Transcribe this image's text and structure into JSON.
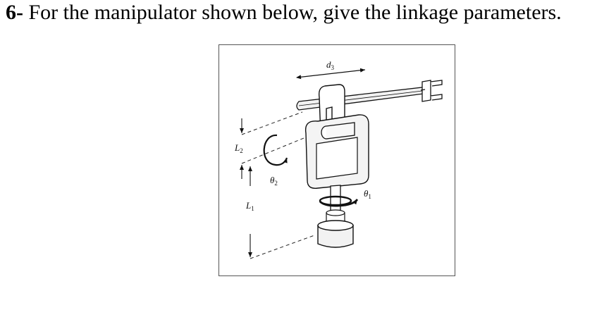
{
  "question": {
    "number": "6-",
    "text": "For the manipulator shown below, give the linkage parameters."
  },
  "figure": {
    "labels": {
      "d3": "d",
      "d3_sub": "3",
      "L2": "L",
      "L2_sub": "2",
      "L1": "L",
      "L1_sub": "1",
      "theta2": "θ",
      "theta2_sub": "2",
      "theta1": "θ",
      "theta1_sub": "1"
    }
  }
}
